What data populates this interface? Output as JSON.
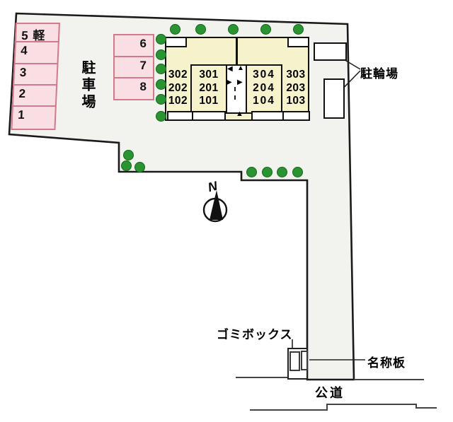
{
  "diagram_title": "site-plan",
  "colors": {
    "site_fill": "#f2f2ef",
    "outline": "#1a1a1a",
    "stall_fill": "#f9dee3",
    "stall_border": "#d4798c",
    "building_fill": "#f6f2cb",
    "tree_green": "#2b9432",
    "road_line": "#444444"
  },
  "parking": {
    "area_label": "駐車場",
    "stalls_left": [
      "5 軽",
      "4",
      "3",
      "2",
      "1"
    ],
    "stalls_right": [
      "6",
      "7",
      "8"
    ]
  },
  "building": {
    "units_col1": [
      "302",
      "202",
      "102"
    ],
    "units_col2": [
      "301",
      "201",
      "101"
    ],
    "units_col3": [
      "304",
      "204",
      "104"
    ],
    "units_col4": [
      "303",
      "203",
      "103"
    ]
  },
  "labels": {
    "bicycle_parking": "駐輪場",
    "garbage_box": "ゴミボックス",
    "name_plate": "名称板",
    "public_road": "公道",
    "north": "N"
  }
}
